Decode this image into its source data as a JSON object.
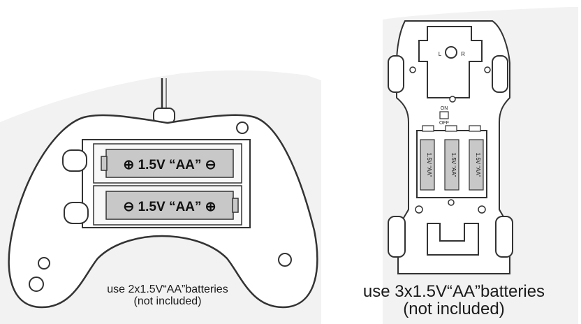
{
  "controller": {
    "battery_top_label": "⊕ 1.5V “AA” ⊖",
    "battery_bottom_label": "⊖ 1.5V “AA” ⊕",
    "caption_line1": "use 2x1.5V“AA”batteries",
    "caption_line2": "(not included)"
  },
  "car": {
    "switch_on": "ON",
    "switch_off": "OFF",
    "steer_left": "L",
    "steer_right": "R",
    "battery_label": "1.5V “AA”",
    "caption_line1": "use 3x1.5V“AA”batteries",
    "caption_line2": "(not included)"
  },
  "colors": {
    "background": "#ffffff",
    "panel_fill": "#f2f2f2",
    "outline": "#333333",
    "battery_fill": "#c8c8c8"
  }
}
